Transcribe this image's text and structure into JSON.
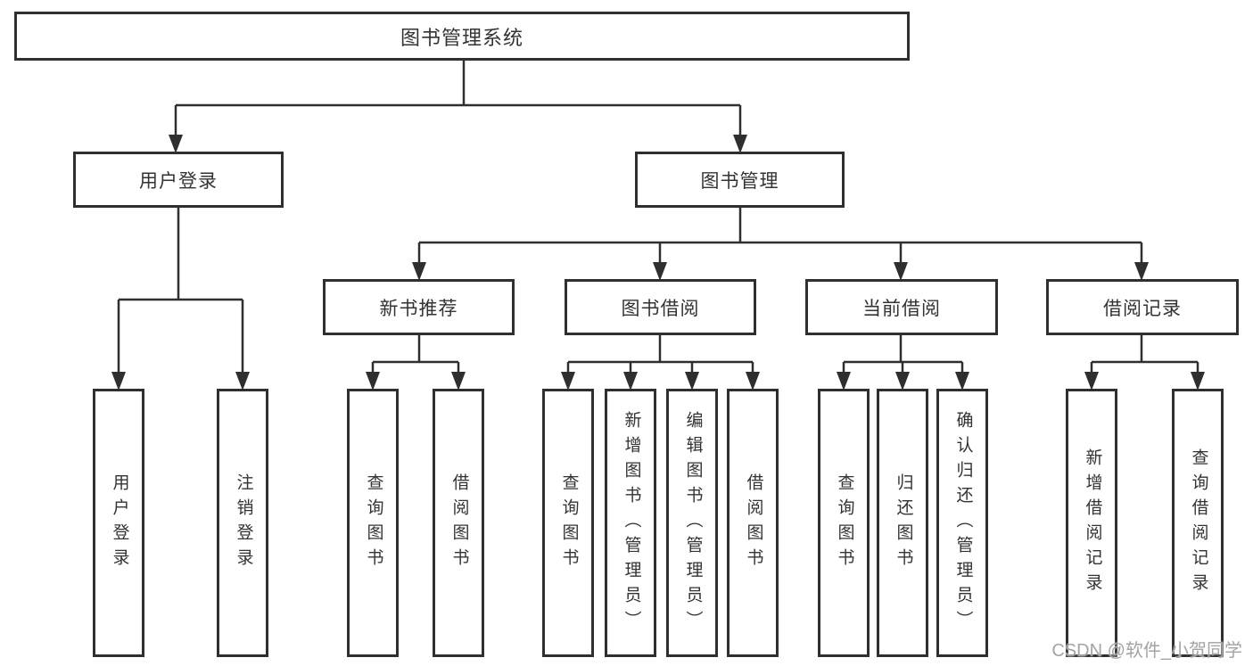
{
  "colors": {
    "line": "#2f2f2f",
    "box_border": "#2f2f2f",
    "text": "#333333",
    "background": "#ffffff",
    "watermark": "#a3a3a3"
  },
  "tree": {
    "root": {
      "label": "图书管理系统"
    },
    "branches": [
      {
        "label": "用户登录"
      },
      {
        "label": "图书管理"
      }
    ],
    "modules": [
      {
        "label": "新书推荐",
        "parent": "图书管理"
      },
      {
        "label": "图书借阅",
        "parent": "图书管理"
      },
      {
        "label": "当前借阅",
        "parent": "图书管理"
      },
      {
        "label": "借阅记录",
        "parent": "图书管理"
      }
    ],
    "leaves": [
      {
        "label": "用户登录",
        "parent": "用户登录"
      },
      {
        "label": "注销登录",
        "parent": "用户登录"
      },
      {
        "label": "查询图书",
        "parent": "新书推荐"
      },
      {
        "label": "借阅图书",
        "parent": "新书推荐"
      },
      {
        "label": "查询图书",
        "parent": "图书借阅"
      },
      {
        "label": "新增图书（管理员）",
        "parent": "图书借阅"
      },
      {
        "label": "编辑图书（管理员）",
        "parent": "图书借阅"
      },
      {
        "label": "借阅图书",
        "parent": "图书借阅"
      },
      {
        "label": "查询图书",
        "parent": "当前借阅"
      },
      {
        "label": "归还图书",
        "parent": "当前借阅"
      },
      {
        "label": "确认归还（管理员）",
        "parent": "当前借阅"
      },
      {
        "label": "新增借阅记录",
        "parent": "借阅记录"
      },
      {
        "label": "查询借阅记录",
        "parent": "借阅记录"
      }
    ]
  },
  "watermark": {
    "text": "CSDN @软件_小贺同学"
  }
}
